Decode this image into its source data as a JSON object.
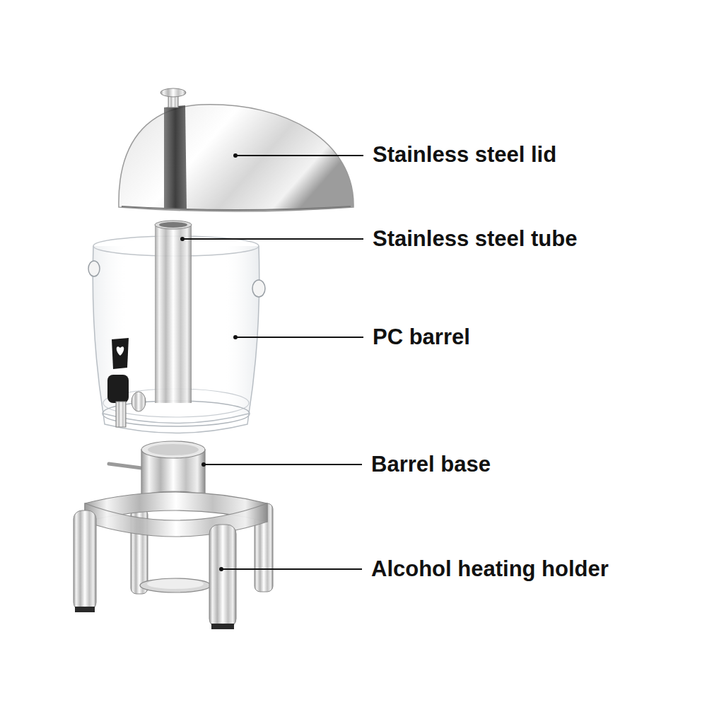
{
  "diagram": {
    "labels": [
      "Stainless steel lid",
      "Stainless steel tube",
      "PC barrel",
      "Barrel base",
      "Alcohol heating holder"
    ]
  }
}
